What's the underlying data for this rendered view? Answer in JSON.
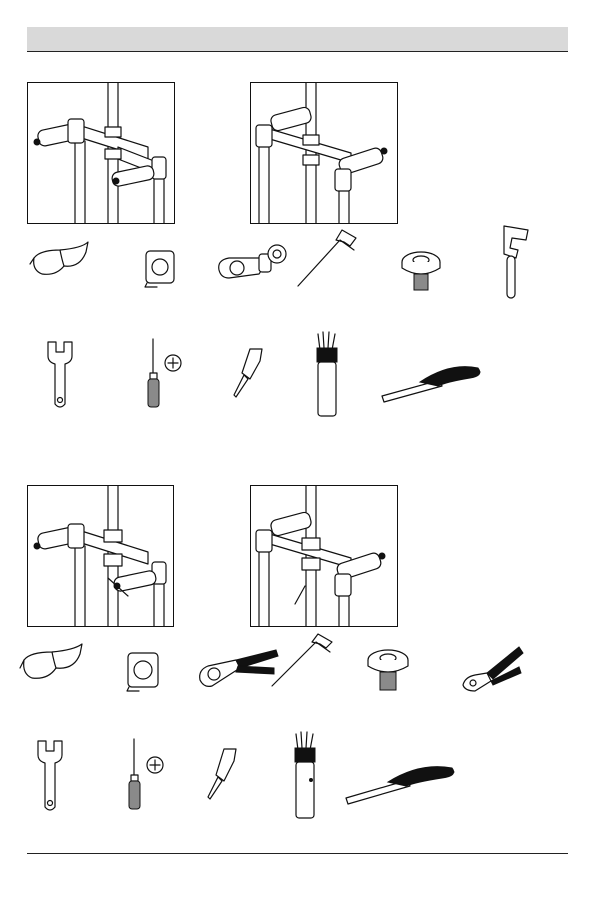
{
  "header": {
    "title": ""
  },
  "sections": [
    {
      "id": "copper",
      "panels": [
        {
          "variant": "horizontal-inlet"
        },
        {
          "variant": "vertical-inlet"
        }
      ],
      "tools": [
        {
          "icon": "safety-glasses-icon"
        },
        {
          "icon": "tape-measure-icon"
        },
        {
          "icon": "tubing-cutter-icon"
        },
        {
          "icon": "soldering-torch-icon"
        },
        {
          "icon": "thread-tape-icon"
        },
        {
          "icon": "pipe-wrench-icon"
        },
        {
          "icon": "adjustable-wrench-icon"
        },
        {
          "icon": "phillips-screwdriver-icon"
        },
        {
          "icon": "sealant-tube-icon"
        },
        {
          "icon": "flux-brush-icon"
        },
        {
          "icon": "strap-wrench-icon"
        }
      ]
    },
    {
      "id": "pex",
      "panels": [
        {
          "variant": "horizontal-inlet"
        },
        {
          "variant": "vertical-inlet"
        }
      ],
      "tools": [
        {
          "icon": "safety-glasses-icon"
        },
        {
          "icon": "tape-measure-icon"
        },
        {
          "icon": "pex-cutter-icon"
        },
        {
          "icon": "soldering-torch-icon"
        },
        {
          "icon": "thread-tape-icon"
        },
        {
          "icon": "crimp-tool-icon"
        },
        {
          "icon": "adjustable-wrench-icon"
        },
        {
          "icon": "phillips-screwdriver-icon"
        },
        {
          "icon": "sealant-tube-icon"
        },
        {
          "icon": "flux-brush-icon"
        },
        {
          "icon": "strap-wrench-icon"
        }
      ]
    }
  ]
}
